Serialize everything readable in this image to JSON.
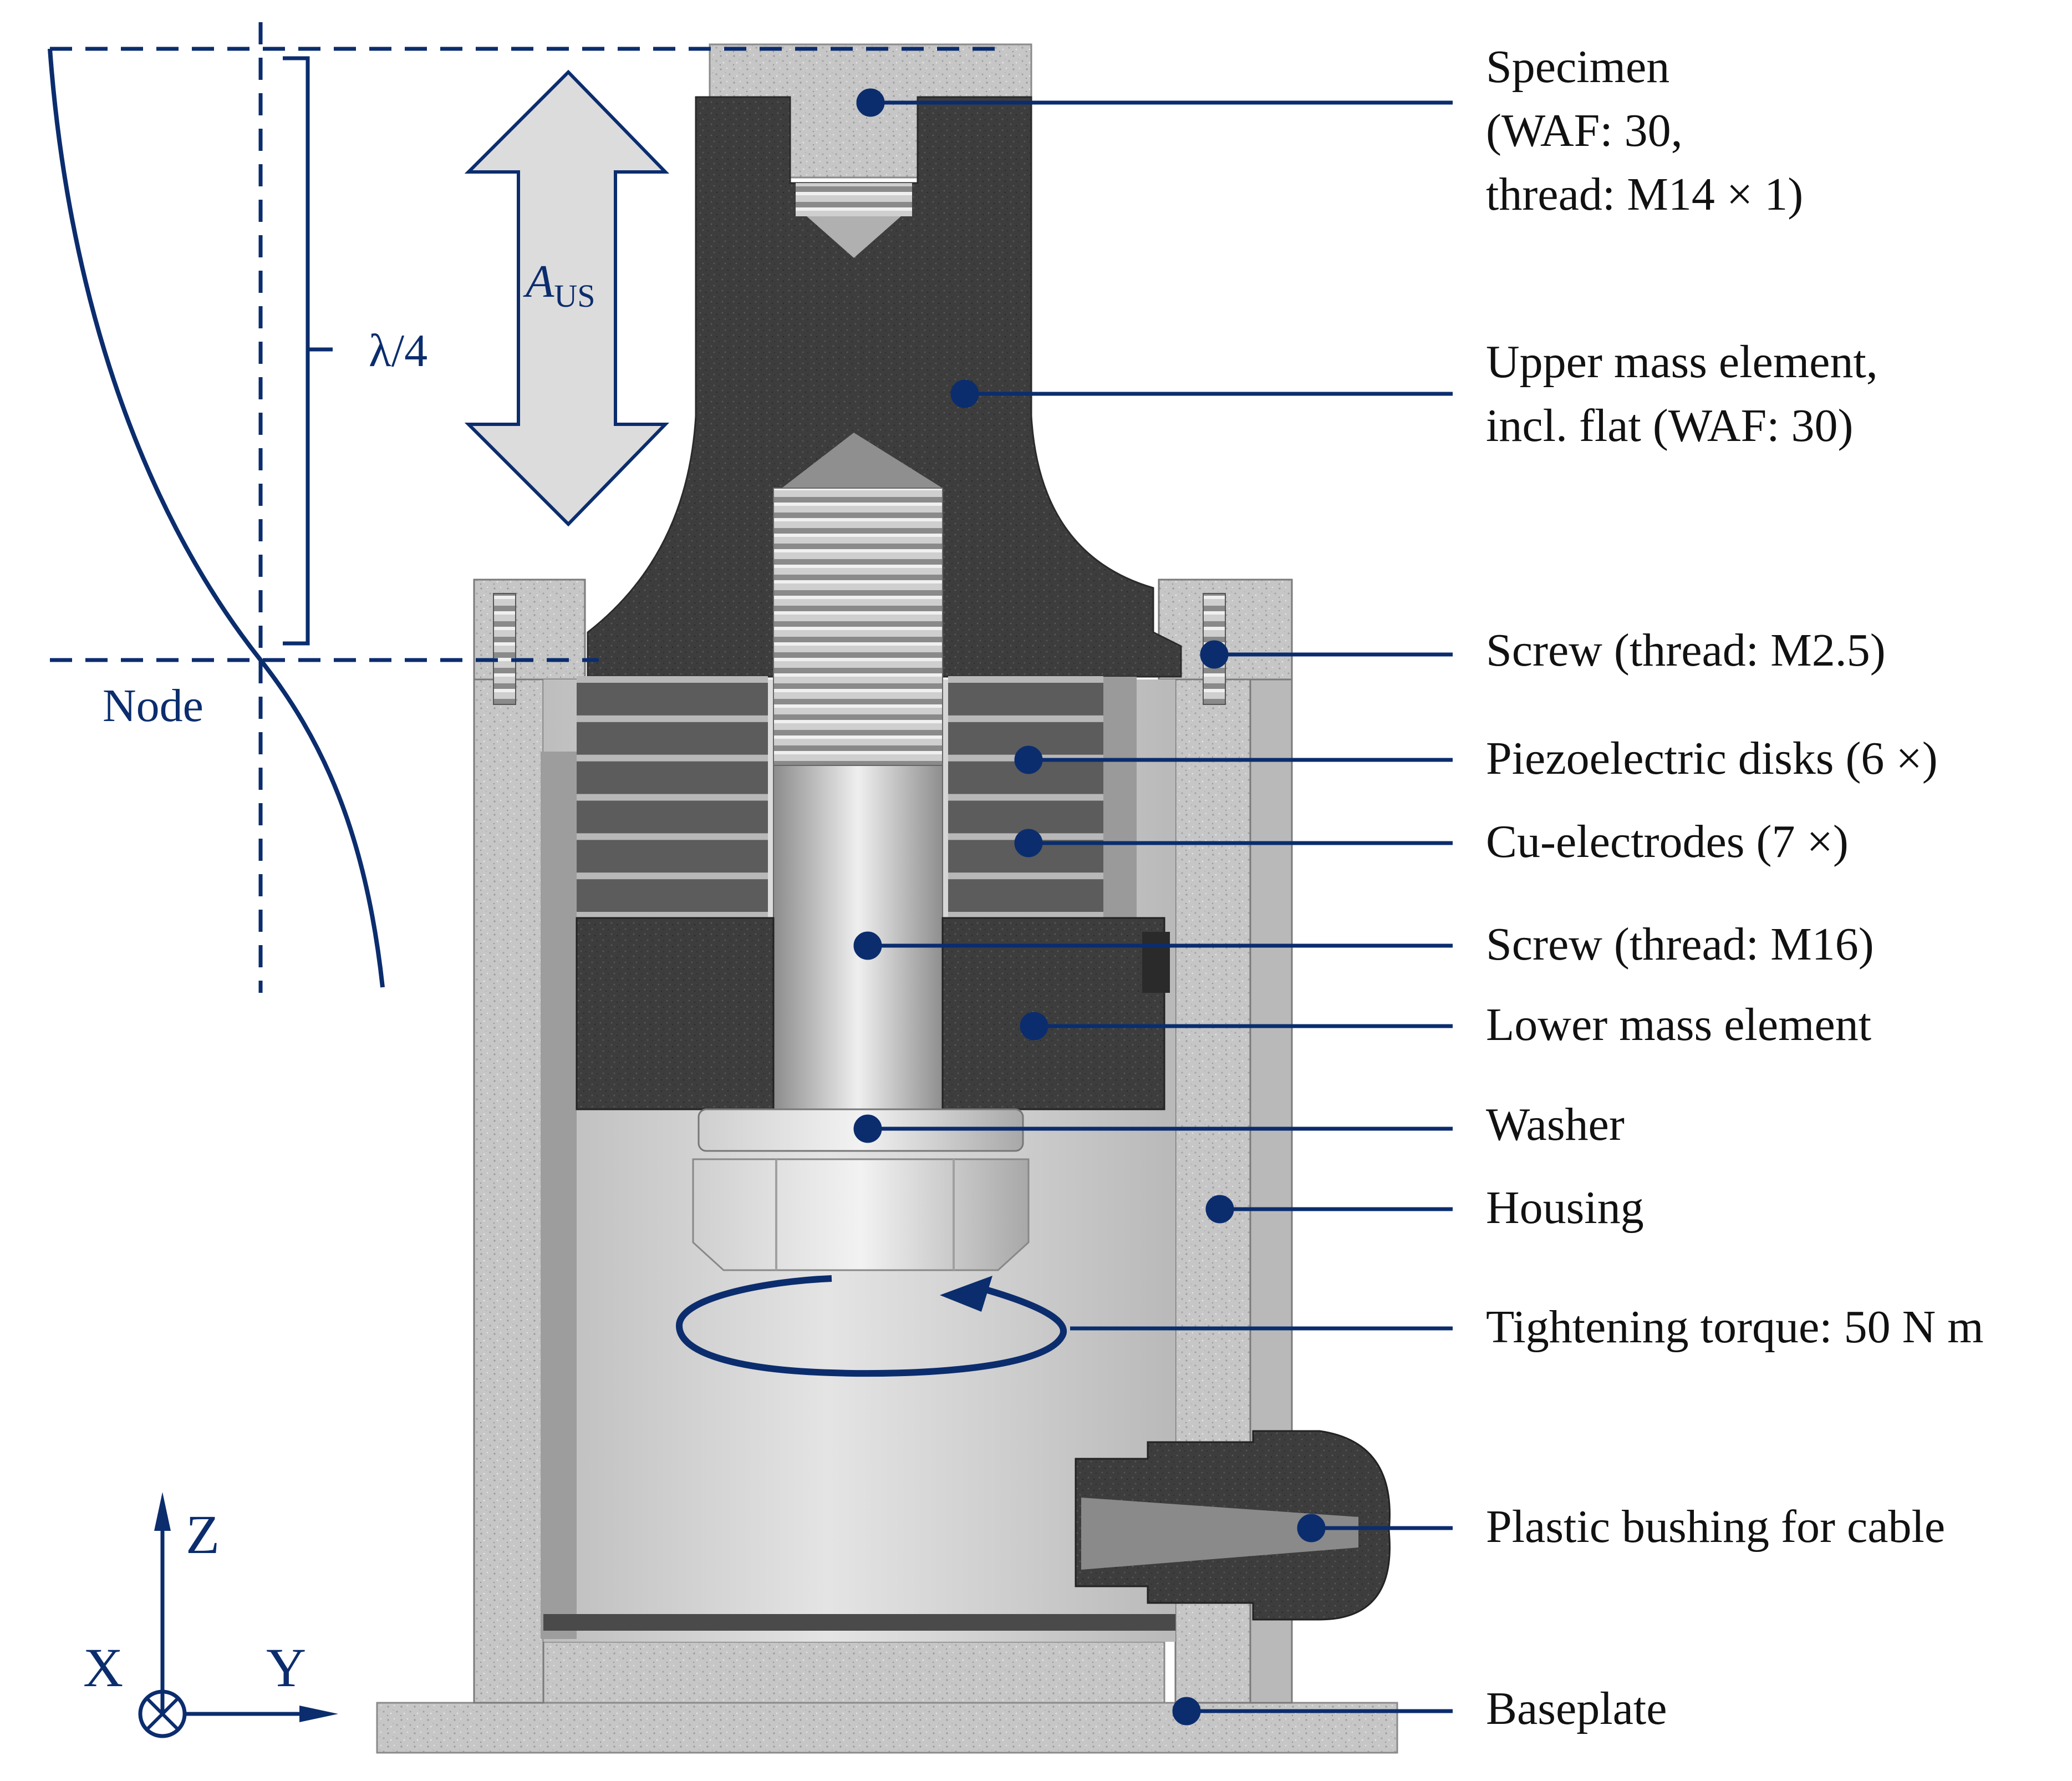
{
  "colors": {
    "annotation": "#0b2d6e",
    "label_text": "#111111",
    "dark_part": "#3b3b3b",
    "housing": "#c9c9c9",
    "interior": "#d6d6d6",
    "arrow_fill": "#dcdcdc"
  },
  "wave": {
    "quarter_wavelength": "λ/4",
    "node": "Node",
    "amplitude_symbol": "A",
    "amplitude_subscript": "US"
  },
  "axes": {
    "z": "Z",
    "x": "X",
    "y": "Y",
    "x_symbol_icon": "circled-cross-icon"
  },
  "torque_arrow_icon": "curved-arrow-icon",
  "labels": {
    "specimen_line1": "Specimen",
    "specimen_line2": "(WAF: 30,",
    "specimen_line3": "thread: M14 × 1)",
    "upper_mass_line1": "Upper mass element,",
    "upper_mass_line2": "incl. flat (WAF: 30)",
    "screw_m25": "Screw (thread: M2.5)",
    "piezo": "Piezoelectric disks (6 ×)",
    "electrodes": "Cu-electrodes (7 ×)",
    "screw_m16": "Screw (thread: M16)",
    "lower_mass": "Lower mass element",
    "washer": "Washer",
    "housing": "Housing",
    "torque": "Tightening torque: 50 N m",
    "bushing": "Plastic bushing for cable",
    "baseplate": "Baseplate"
  }
}
